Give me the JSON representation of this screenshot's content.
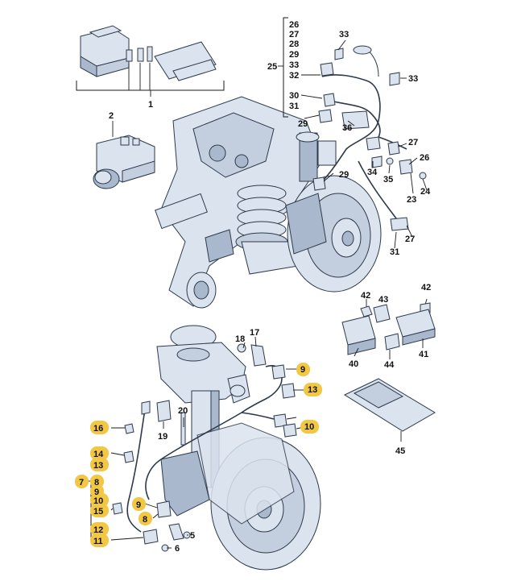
{
  "highlight_color": "#f2c744",
  "labels": {
    "l1": "1",
    "l2": "2",
    "l26": "26",
    "l27a": "27",
    "l28": "28",
    "l29a": "29",
    "l33a": "33",
    "l32": "32",
    "l30": "30",
    "l31a": "31",
    "l25": "25",
    "l33b": "33",
    "l33c": "33",
    "l29b": "29",
    "l36": "36",
    "l27b": "27",
    "l26b": "26",
    "l34": "34",
    "l35": "35",
    "l29c": "29",
    "l23": "23",
    "l24": "24",
    "l27c": "27",
    "l31b": "31",
    "l42a": "42",
    "l43": "43",
    "l42b": "42",
    "l40": "40",
    "l44": "44",
    "l41": "41",
    "l45": "45",
    "l18": "18",
    "l17": "17",
    "l9a": "9",
    "l13a": "13",
    "l10a": "10",
    "l20": "20",
    "l19": "19",
    "l16": "16",
    "l14": "14",
    "l13b": "13",
    "l7": "7",
    "l8a": "8",
    "l9b": "9",
    "l10b": "10",
    "l15": "15",
    "l12": "12",
    "l11": "11",
    "l9c": "9",
    "l8b": "8",
    "l5": "5",
    "l6": "6"
  }
}
